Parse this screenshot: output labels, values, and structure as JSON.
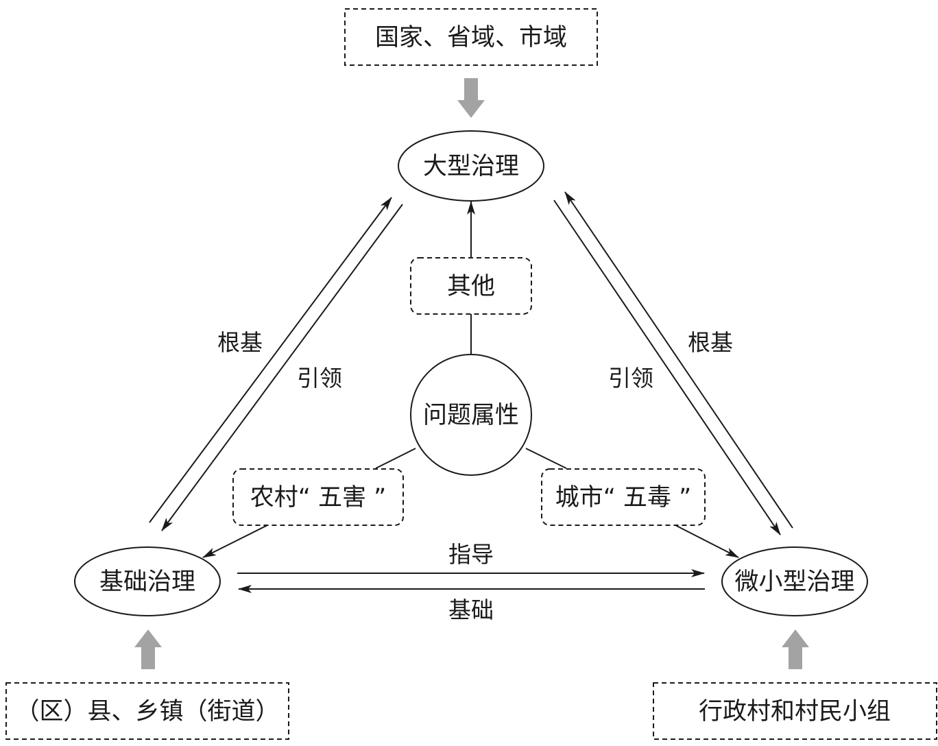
{
  "levels": {
    "top": "国家、省域、市域",
    "left": "（区）县、乡镇（街道）",
    "right": "行政村和村民小组"
  },
  "nodes": {
    "large": "大型治理",
    "basic": "基础治理",
    "micro": "微小型治理",
    "center": "问题属性"
  },
  "categories": {
    "other": "其他",
    "rural": "农村“ 五害 ”",
    "urban": "城市“ 五毒 ”"
  },
  "edges": {
    "left_foundation": "根基",
    "left_lead": "引领",
    "right_foundation": "根基",
    "right_lead": "引领",
    "guide": "指导",
    "base": "基础"
  },
  "colors": {
    "line": "#1a1a1a",
    "level_arrow": "#a3a3a3"
  }
}
